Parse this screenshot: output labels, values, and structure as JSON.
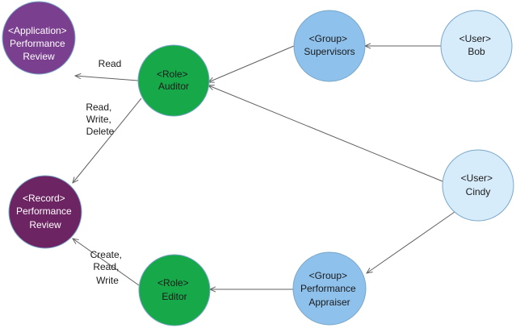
{
  "colors": {
    "application": "#7b3f8f",
    "record": "#6d2463",
    "role": "#17a84a",
    "group": "#8ec1ec",
    "user": "#d7ecfb",
    "node_stroke": "#7aa7c8",
    "edge": "#606060"
  },
  "nodes": {
    "application": {
      "lines": [
        "<Application>",
        "Performance",
        "Review"
      ]
    },
    "record": {
      "lines": [
        "<Record>",
        "Performance",
        "Review"
      ]
    },
    "auditor": {
      "lines": [
        "<Role>",
        "Auditor"
      ]
    },
    "editor": {
      "lines": [
        "<Role>",
        "Editor"
      ]
    },
    "supervisors": {
      "lines": [
        "<Group>",
        "Supervisors"
      ]
    },
    "appraiser": {
      "lines": [
        "<Group>",
        "Performance",
        "Appraiser"
      ]
    },
    "bob": {
      "lines": [
        "<User>",
        "Bob"
      ]
    },
    "cindy": {
      "lines": [
        "<User>",
        "Cindy"
      ]
    }
  },
  "edges": {
    "auditor_application": {
      "lines": [
        "Read"
      ]
    },
    "auditor_record": {
      "lines": [
        "Read,",
        "Write,",
        "Delete"
      ]
    },
    "editor_record": {
      "lines": [
        "Create,",
        "Read,",
        "Write"
      ]
    }
  }
}
